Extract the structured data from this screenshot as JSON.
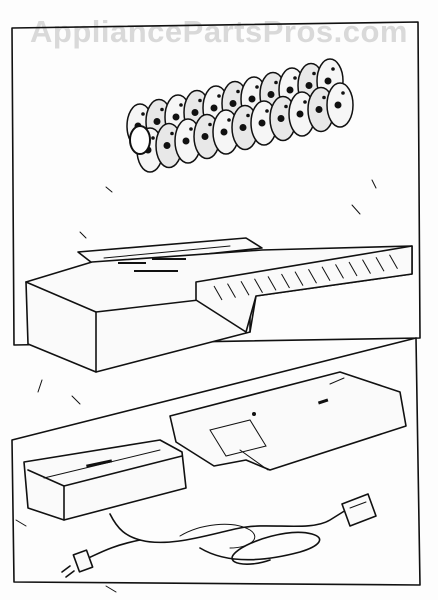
{
  "watermark": {
    "text": "AppliancePartsPros.com"
  },
  "colors": {
    "ink": "#111111",
    "paper": "#fafafa",
    "watermark": "#d9d9d9"
  },
  "parts": [
    {
      "name": "cam-stack",
      "icon": "gear-cam-assembly"
    },
    {
      "name": "storage-box",
      "icon": "box-with-lid"
    },
    {
      "name": "foot-control",
      "icon": "foot-pedal"
    },
    {
      "name": "power-cord",
      "icon": "plug-cord"
    },
    {
      "name": "cover-bag",
      "icon": "pouch"
    }
  ]
}
